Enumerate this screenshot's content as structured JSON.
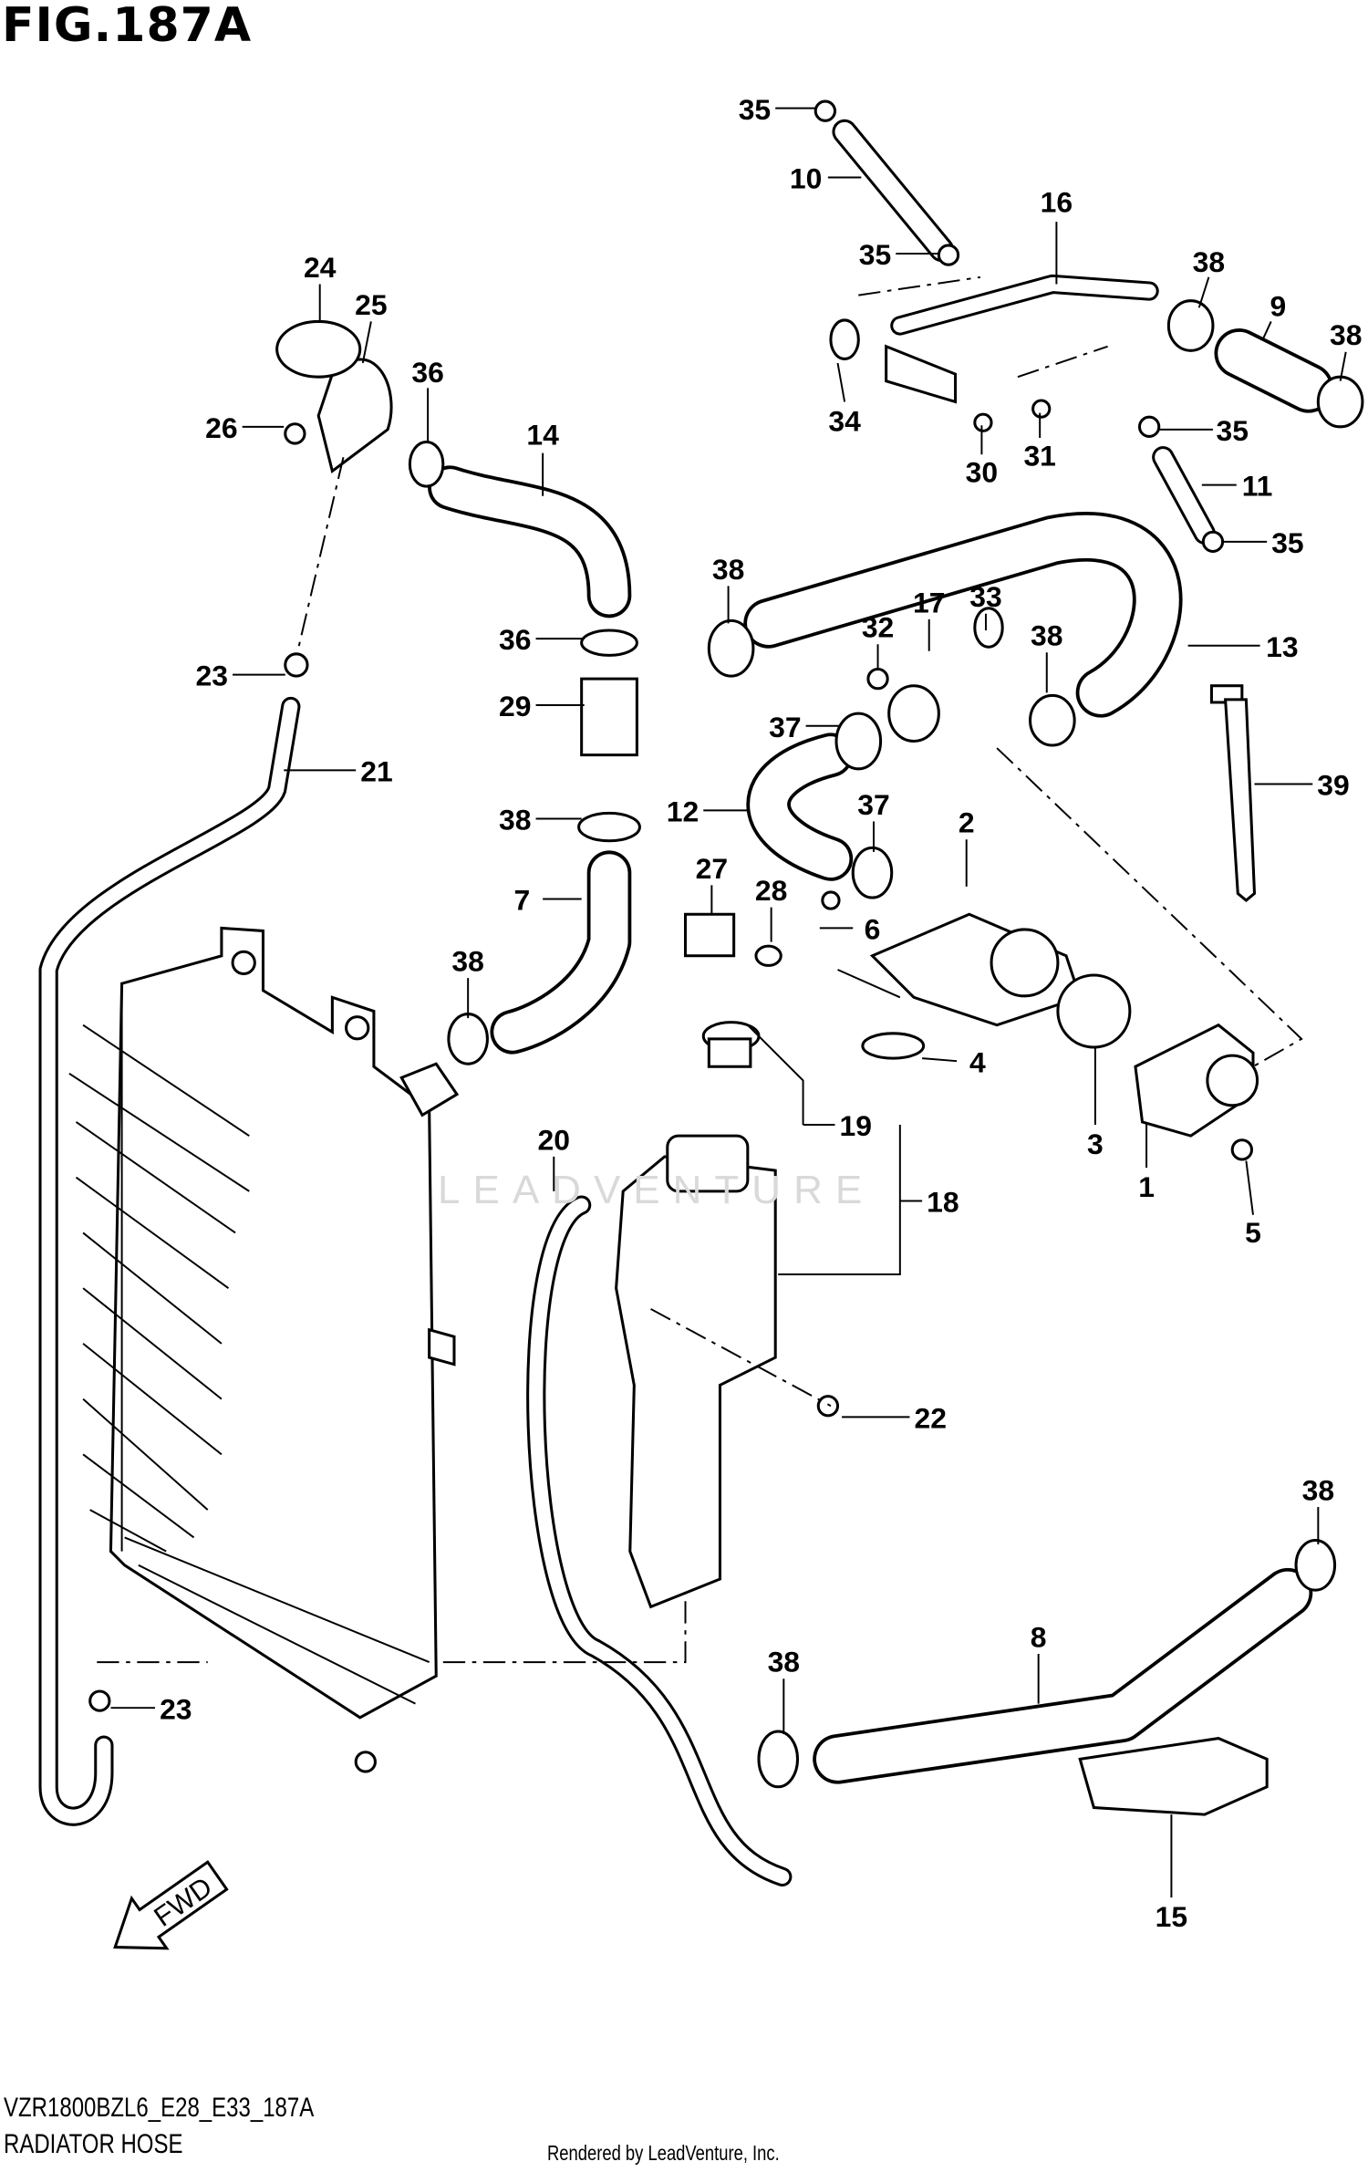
{
  "figure": {
    "title": "FIG.187A",
    "code": "VZR1800BZL6_E28_E33_187A",
    "subtitle": "RADIATOR HOSE"
  },
  "watermark": "LEADVENTURE",
  "credit": "Rendered by LeadVenture, Inc.",
  "direction_label": "FWD",
  "callouts": [
    "35",
    "10",
    "16",
    "35",
    "38",
    "9",
    "38",
    "34",
    "30",
    "31",
    "35",
    "11",
    "35",
    "24",
    "25",
    "36",
    "26",
    "14",
    "38",
    "32",
    "17",
    "33",
    "38",
    "13",
    "36",
    "23",
    "29",
    "37",
    "21",
    "39",
    "12",
    "37",
    "38",
    "2",
    "27",
    "28",
    "6",
    "7",
    "38",
    "4",
    "3",
    "1",
    "19",
    "20",
    "18",
    "5",
    "22",
    "38",
    "8",
    "38",
    "23",
    "15"
  ]
}
